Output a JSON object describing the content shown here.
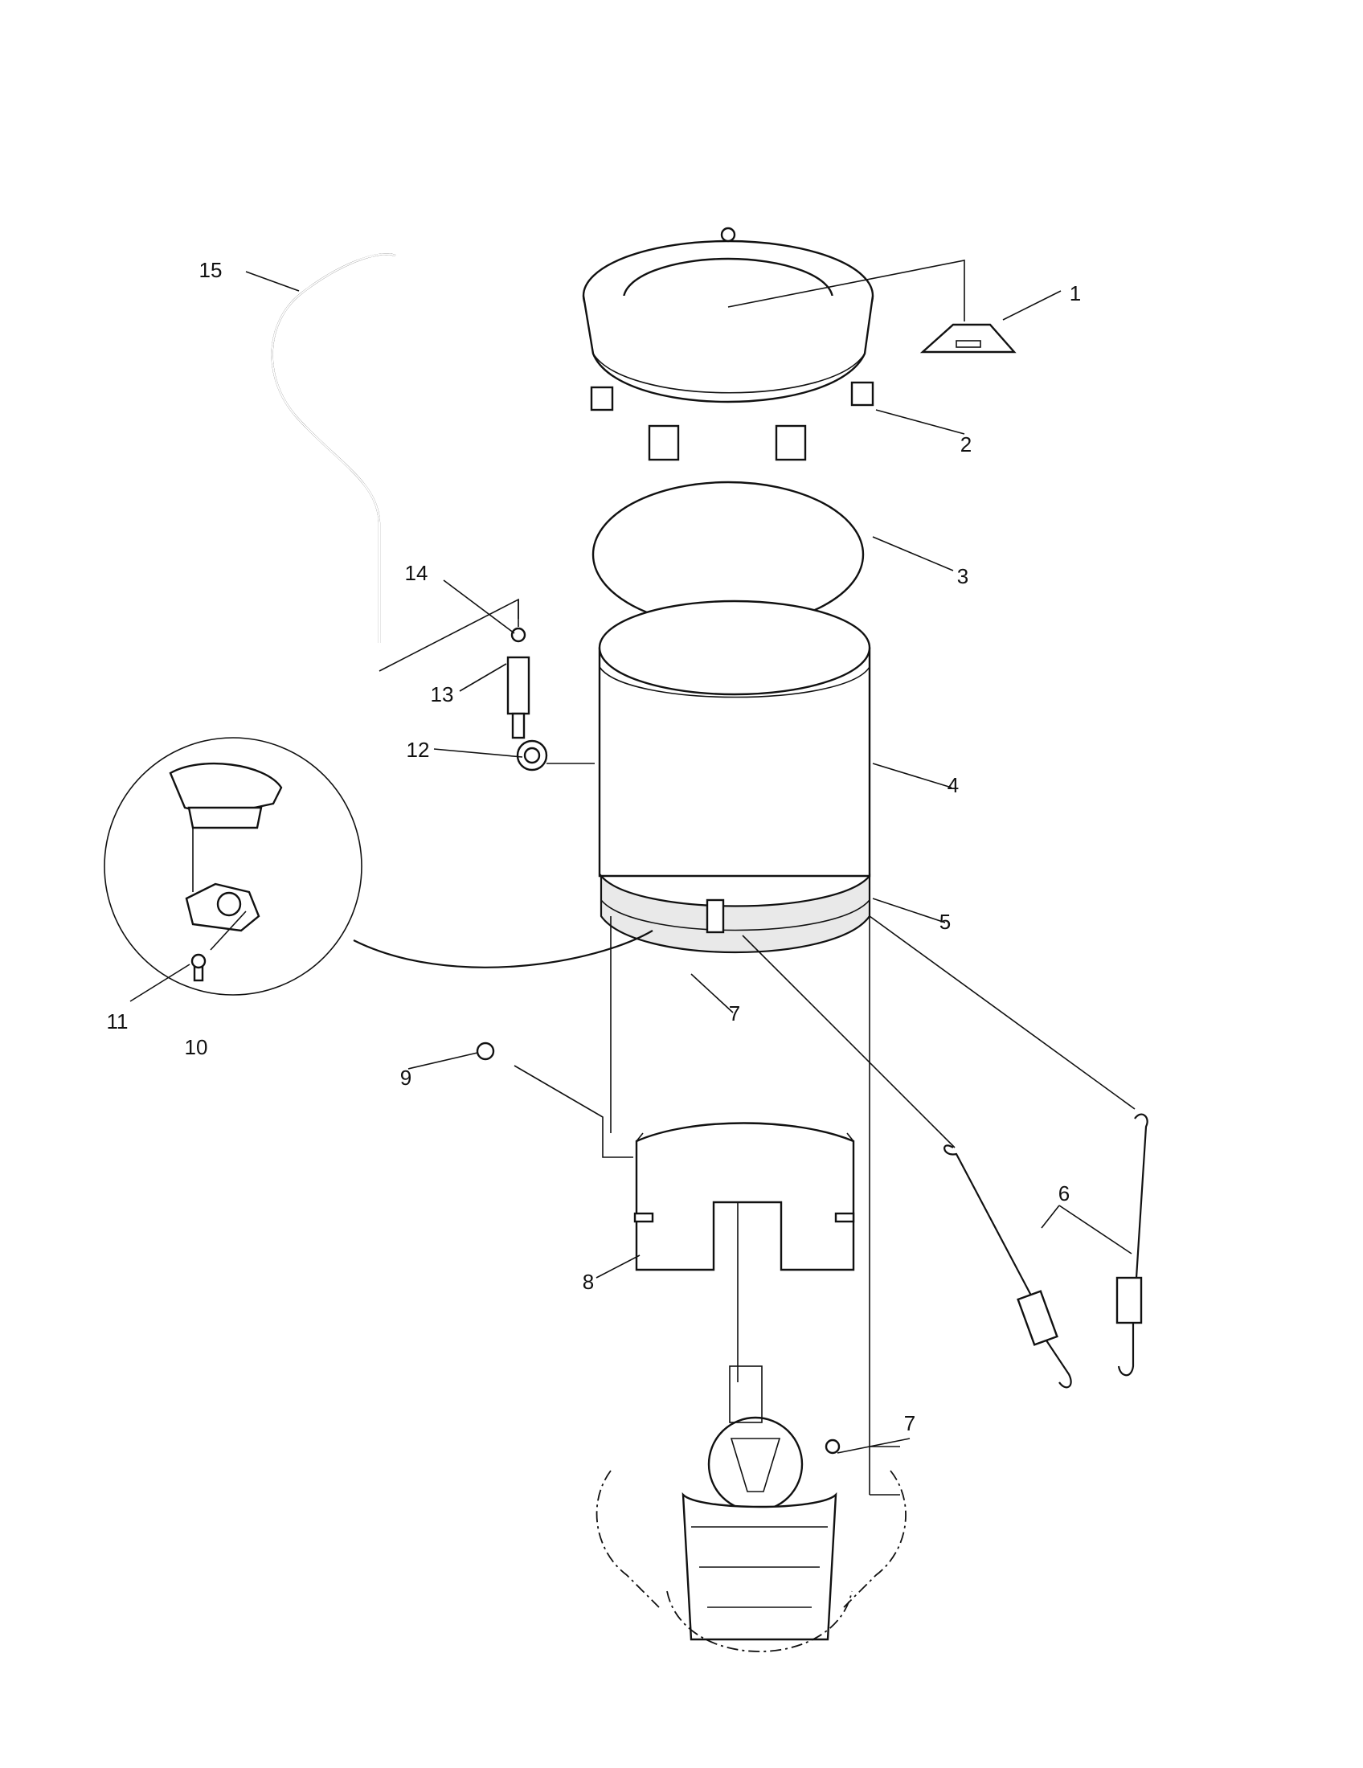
{
  "diagram": {
    "callouts": [
      {
        "id": "c1",
        "text": "1"
      },
      {
        "id": "c2",
        "text": "2"
      },
      {
        "id": "c3",
        "text": "3"
      },
      {
        "id": "c4",
        "text": "4"
      },
      {
        "id": "c5",
        "text": "5"
      },
      {
        "id": "c6",
        "text": "6"
      },
      {
        "id": "c7a",
        "text": "7"
      },
      {
        "id": "c7b",
        "text": "7"
      },
      {
        "id": "c8",
        "text": "8"
      },
      {
        "id": "c9",
        "text": "9"
      },
      {
        "id": "c10",
        "text": "10"
      },
      {
        "id": "c11",
        "text": "11"
      },
      {
        "id": "c12",
        "text": "12"
      },
      {
        "id": "c13",
        "text": "13"
      },
      {
        "id": "c14",
        "text": "14"
      },
      {
        "id": "c15",
        "text": "15"
      }
    ]
  }
}
